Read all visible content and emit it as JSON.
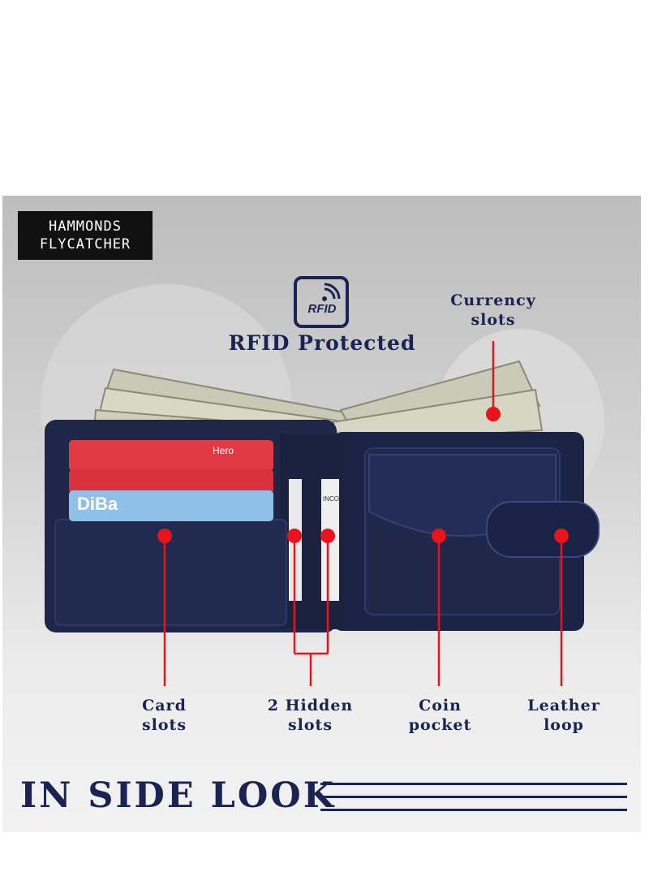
{
  "brand": {
    "line1": "HAMMONDS",
    "line2": "FLYCATCHER"
  },
  "rfid": {
    "badge_text": "RFID",
    "title": "RFID Protected"
  },
  "callouts": {
    "currency": "Currency\nslots",
    "card": "Card\nslots",
    "hidden": "2 Hidden\nslots",
    "coin": "Coin\npocket",
    "loop": "Leather\nloop"
  },
  "cards": {
    "top": "Hero",
    "bottom": "DiBa",
    "slot": "INCO"
  },
  "footer": {
    "title": "IN SIDE LOOK"
  },
  "colors": {
    "navy": "#1a2352",
    "marker": "#e8131b",
    "wallet": "#1e2748"
  },
  "icons": [
    "rfid-icon"
  ]
}
